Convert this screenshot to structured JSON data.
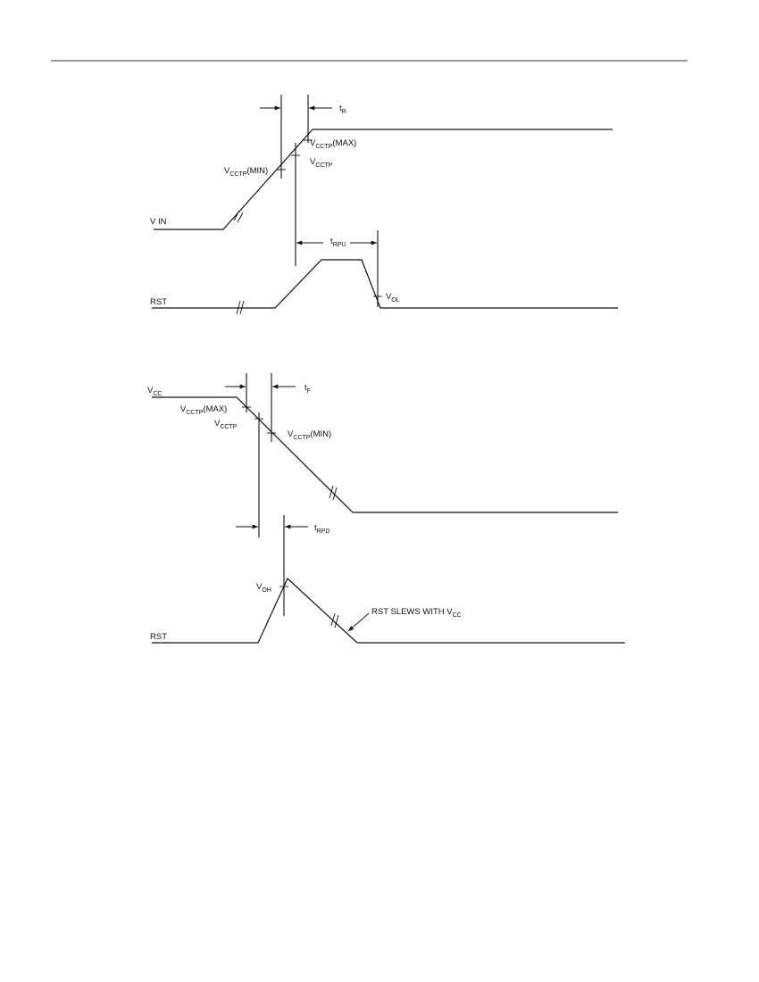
{
  "page": {
    "header_rule": true
  },
  "diagram_top": {
    "vin_label": "V IN",
    "rst_label": "RST",
    "tr": {
      "main": "t",
      "sub": "R"
    },
    "trpu": {
      "main": "t",
      "sub": "RPU"
    },
    "vcctp_max": {
      "main": "V",
      "sub": "CCTP",
      "suffix": "(MAX)"
    },
    "vcctp": {
      "main": "V",
      "sub": "CCTP",
      "suffix": ""
    },
    "vcctp_min": {
      "main": "V",
      "sub": "CCTP",
      "suffix": "(MIN)"
    },
    "vol": {
      "main": "V",
      "sub": "OL"
    }
  },
  "diagram_bottom": {
    "vcc_label": {
      "main": "V",
      "sub": "CC"
    },
    "rst_label": "RST",
    "tf": {
      "main": "t",
      "sub": "F"
    },
    "trpd": {
      "main": "t",
      "sub": "RPD"
    },
    "vcctp_max": {
      "main": "V",
      "sub": "CCTP",
      "suffix": "(MAX)"
    },
    "vcctp": {
      "main": "V",
      "sub": "CCTP",
      "suffix": ""
    },
    "vcctp_min": {
      "main": "V",
      "sub": "CCTP",
      "suffix": "(MIN)"
    },
    "voh": {
      "main": "V",
      "sub": "OH"
    },
    "slew_note": {
      "main": "RST SLEWS WITH V",
      "sub": "CC"
    }
  }
}
